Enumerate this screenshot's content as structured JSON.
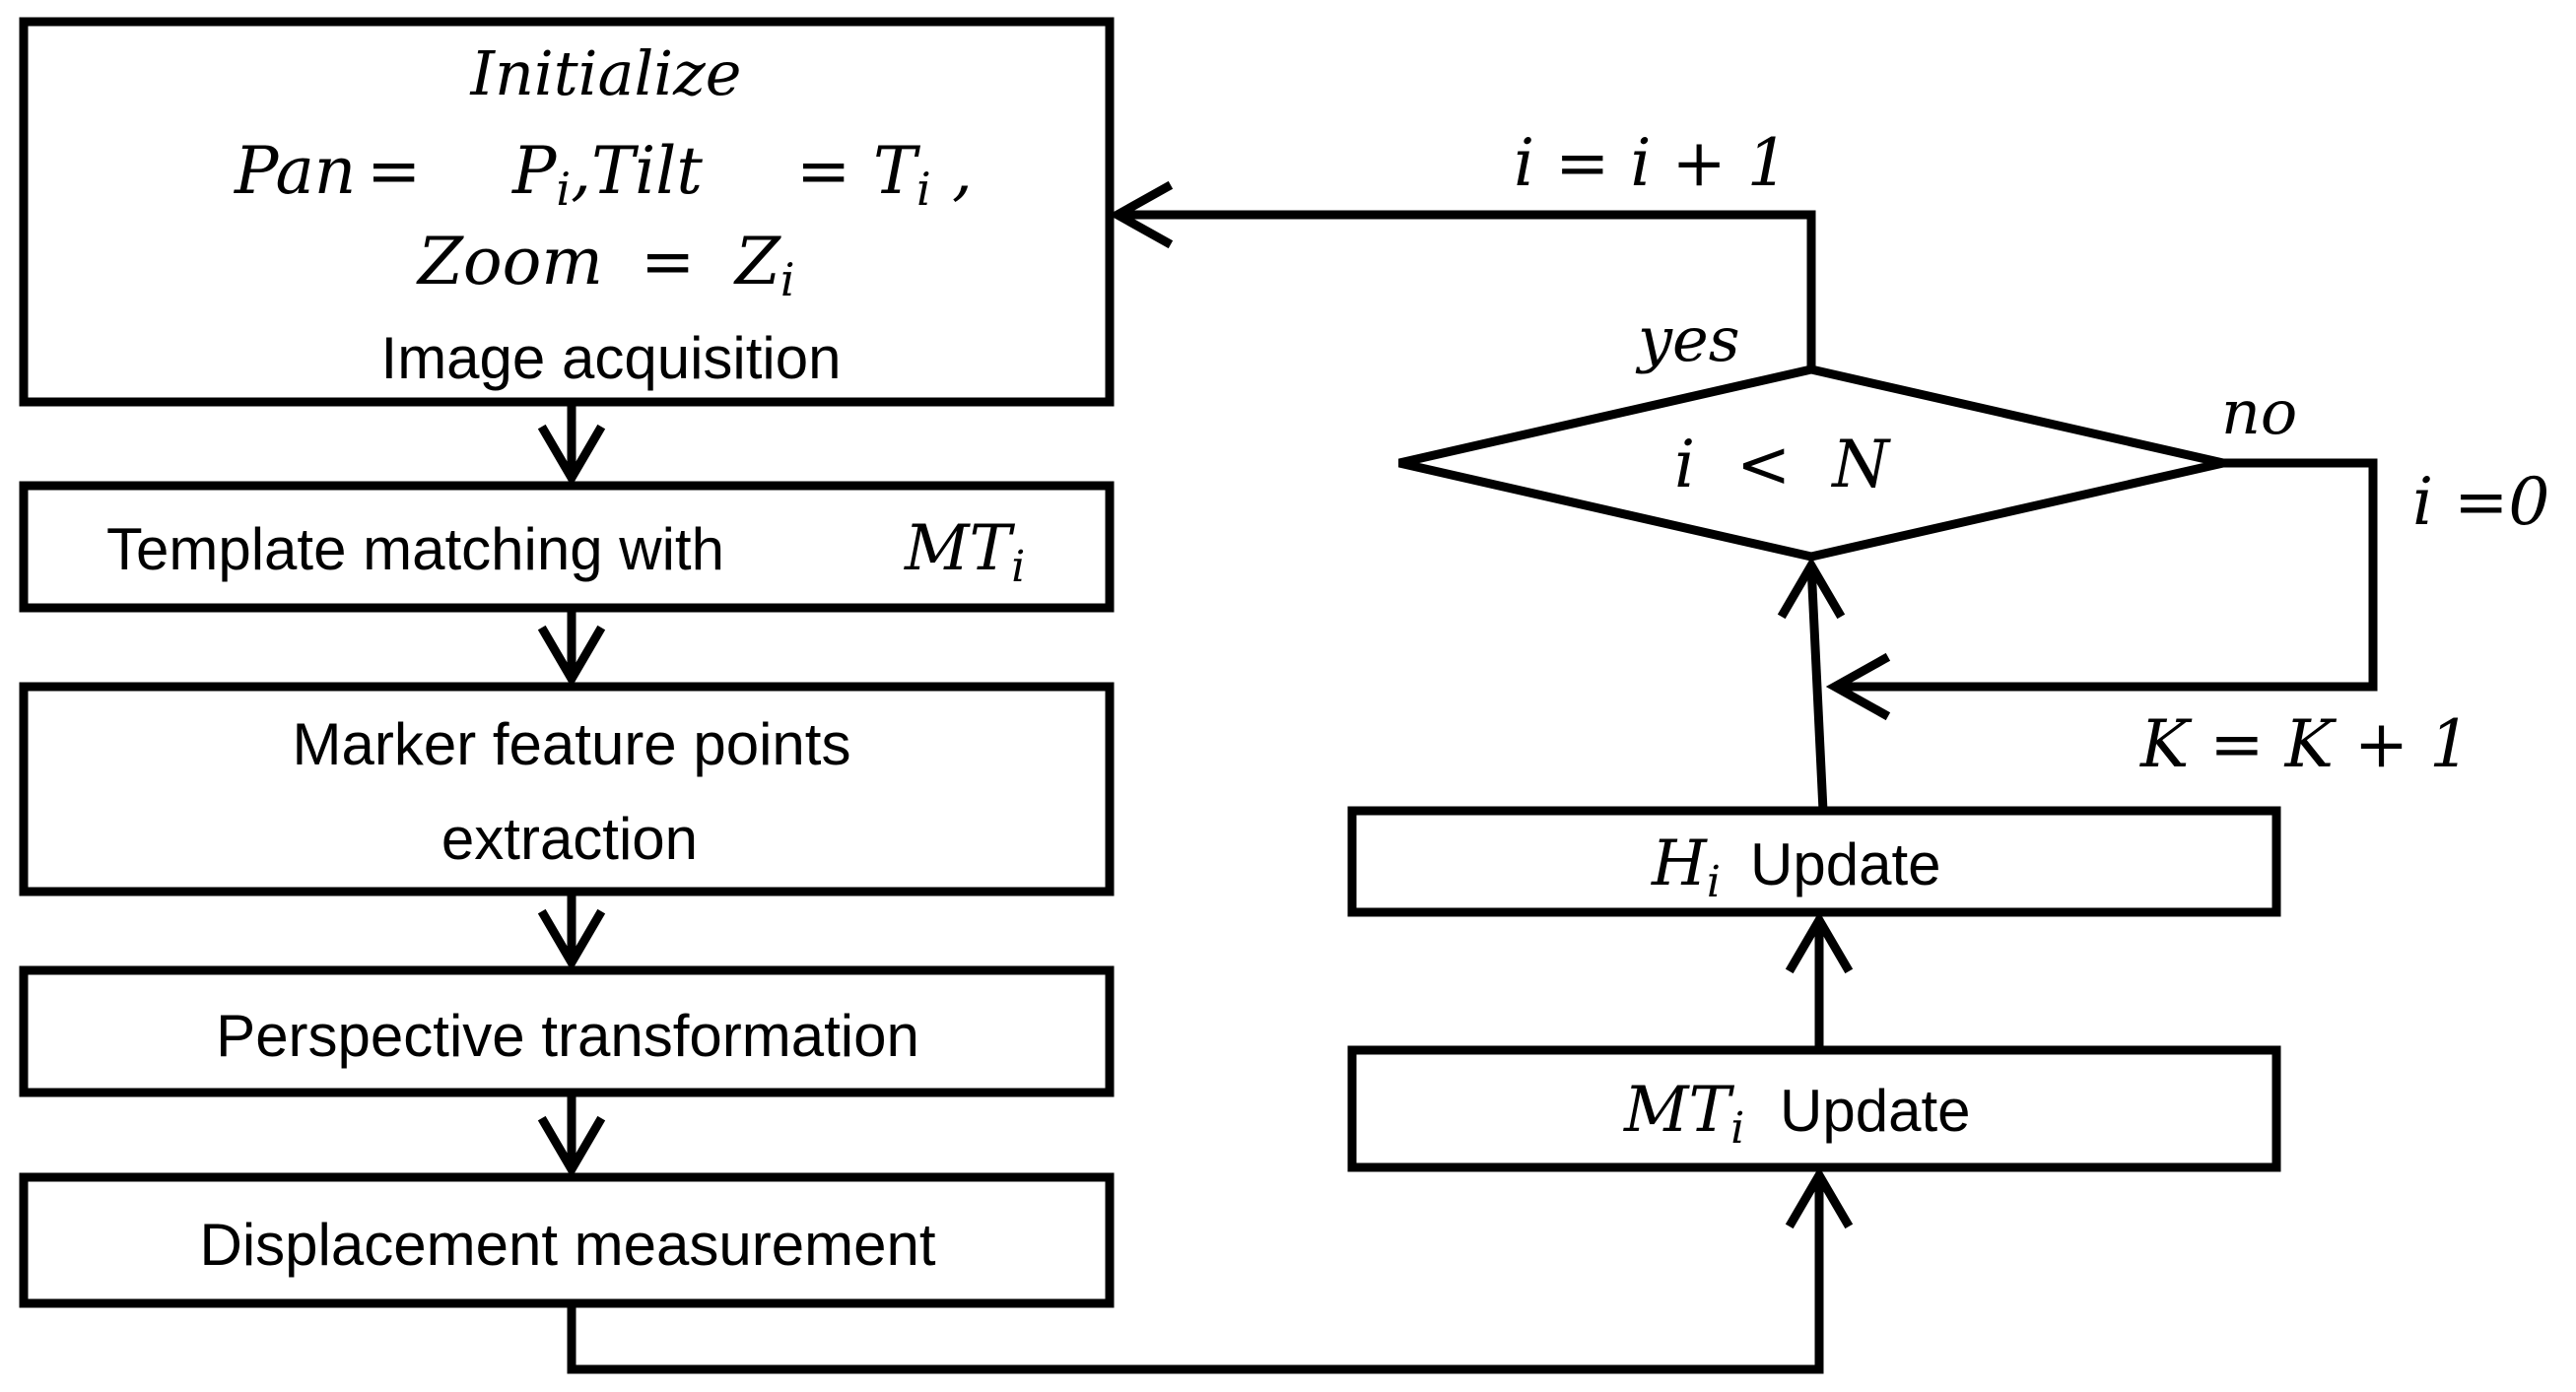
{
  "boxes": {
    "init": {
      "title": "Initialize",
      "line2": {
        "pan": "Pan",
        "eq": "=",
        "p": "P",
        "p_sub": "i",
        "tilt": ",Tilt",
        "t": "T",
        "t_sub": "i",
        "comma": ","
      },
      "line3": {
        "zoom": "Zoom",
        "eq": "=",
        "z": "Z",
        "z_sub": "i"
      },
      "subtitle": "Image acquisition"
    },
    "template": {
      "text": "Template matching with",
      "mt": "MT",
      "mt_sub": "i"
    },
    "marker": {
      "line1": "Marker feature points",
      "line2": "extraction"
    },
    "perspective": {
      "text": "Perspective transformation"
    },
    "displacement": {
      "text": "Displacement measurement"
    },
    "h_update": {
      "h": "H",
      "h_sub": "i",
      "text": "Update"
    },
    "mt_update": {
      "mt": "MT",
      "mt_sub": "i",
      "text": "Update"
    }
  },
  "decision": {
    "text": "i  <  N"
  },
  "labels": {
    "loop_increment": "i = i + 1",
    "yes": "yes",
    "no": "no",
    "reset": "i =0",
    "k_increment": "K = K + 1"
  }
}
